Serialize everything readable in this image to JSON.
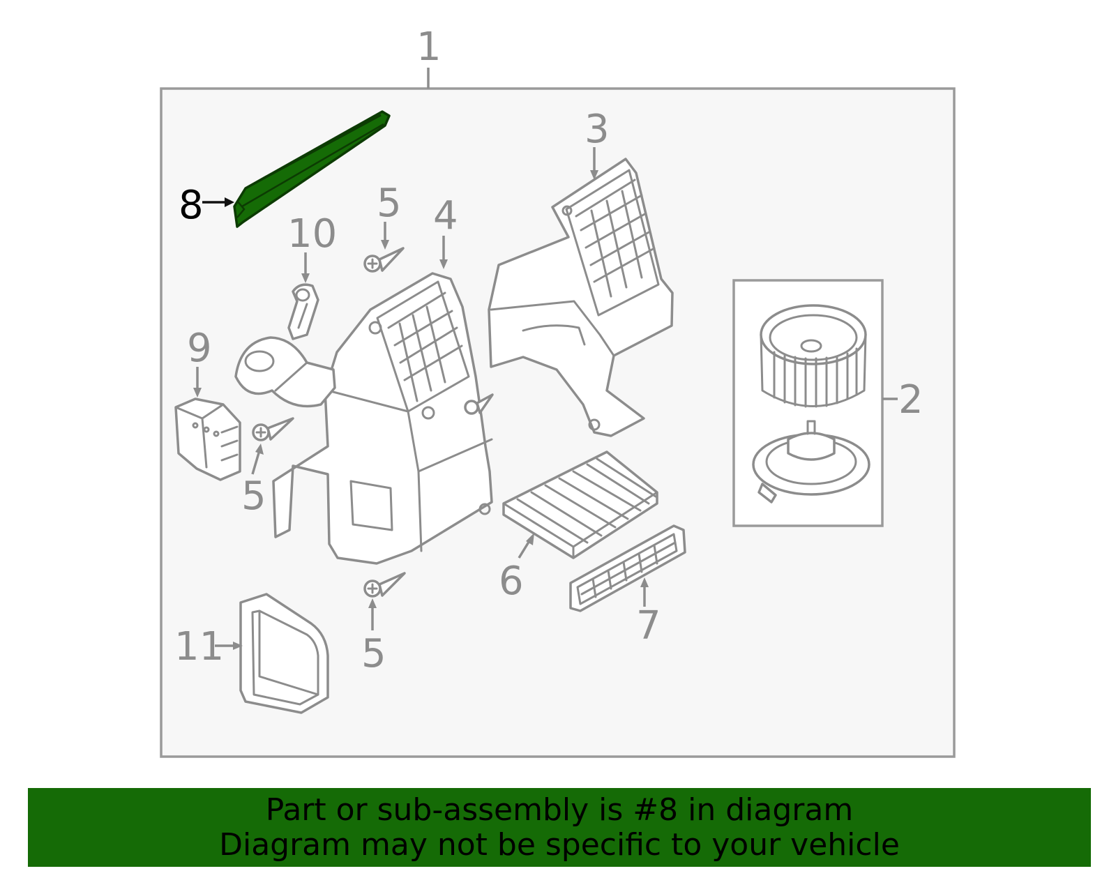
{
  "diagram": {
    "callouts": {
      "assembly": "1",
      "blower_motor": "2",
      "upper_case": "3",
      "lower_case": "4",
      "screw_top": "5",
      "screw_left": "5",
      "screw_bottom": "5",
      "cabin_filter": "6",
      "filter_cover": "7",
      "highlighted_part": "8",
      "actuator": "9",
      "resistor": "10",
      "seal_plate": "11"
    },
    "highlight_color": "#156b06",
    "line_color": "#8c8c8c"
  },
  "banner": {
    "line1": "Part or sub-assembly is #8 in diagram",
    "line2": "Diagram may not be specific to your vehicle",
    "background": "#156b06"
  }
}
